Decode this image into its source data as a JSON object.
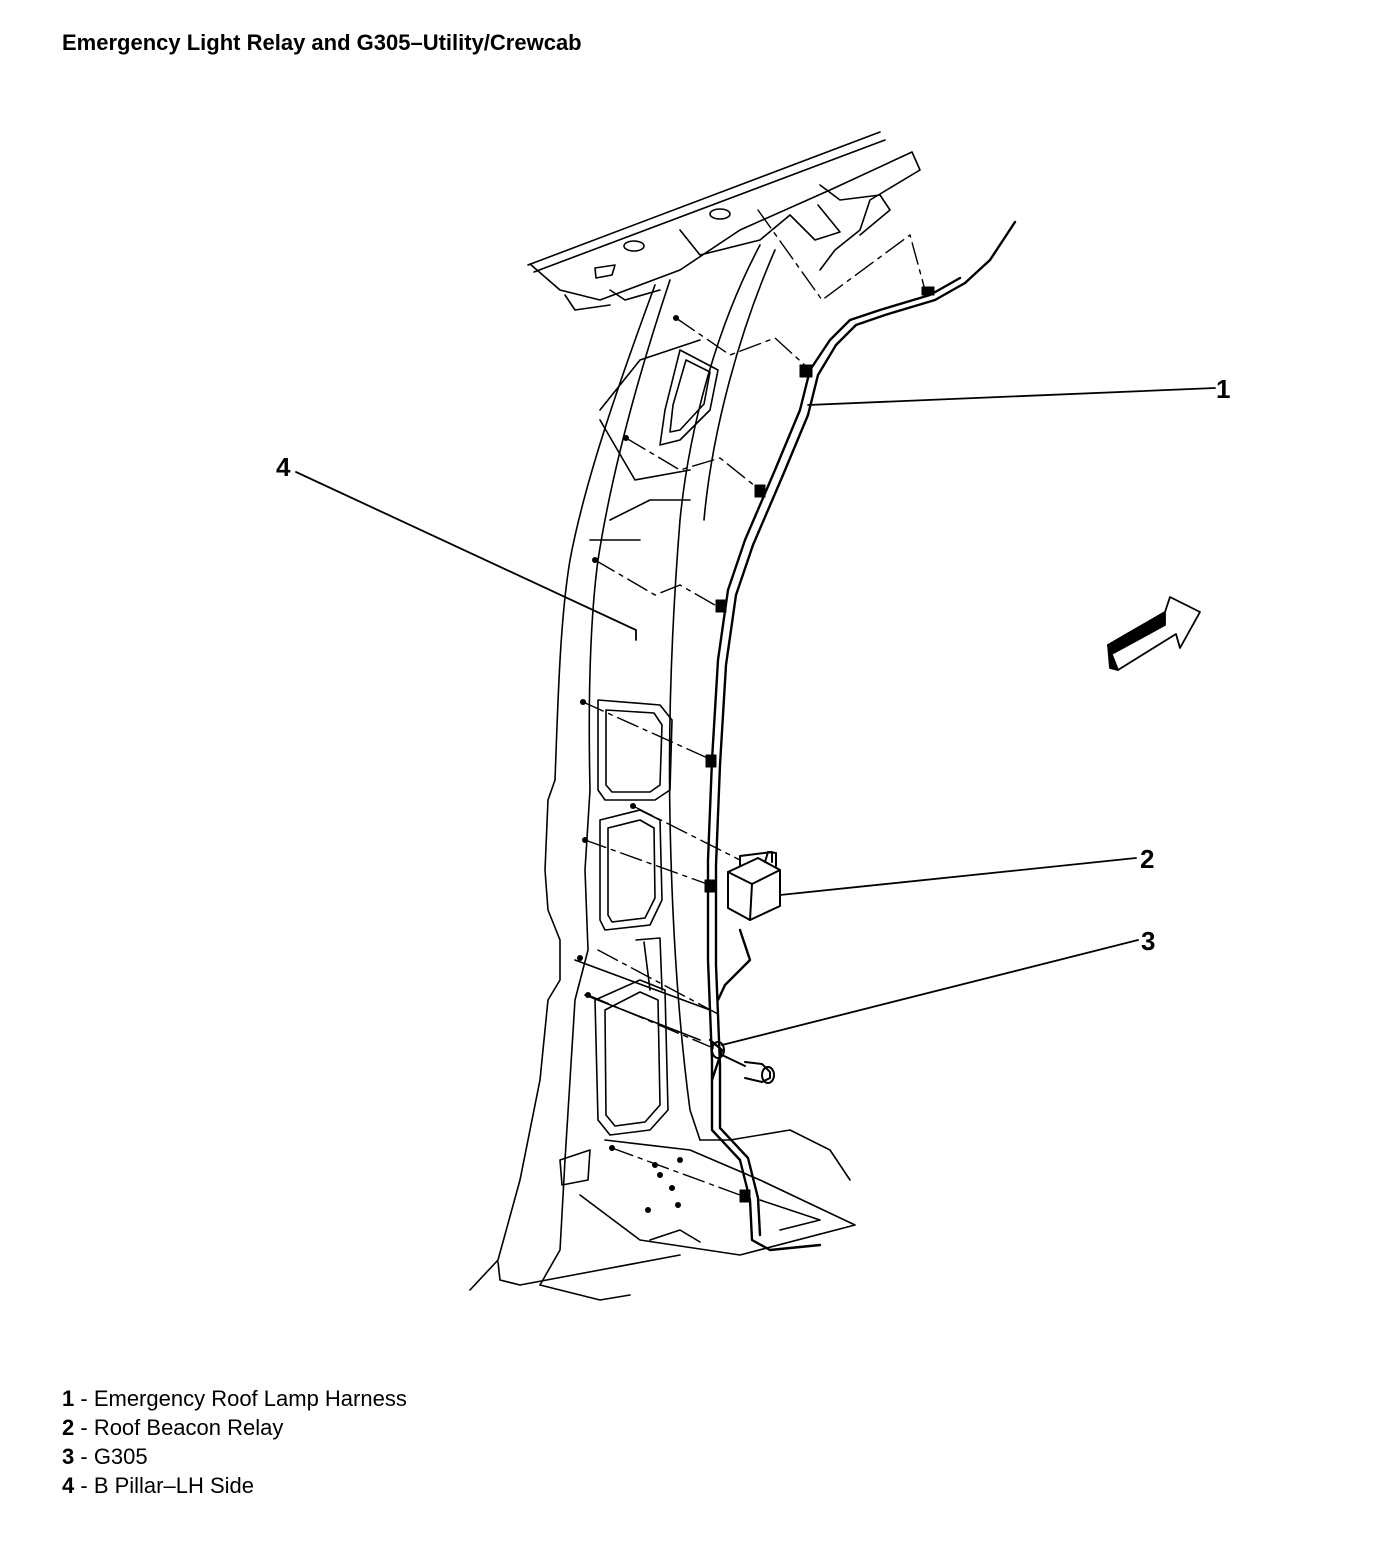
{
  "title": "Emergency Light Relay and G305–Utility/Crewcab",
  "callouts": [
    "1",
    "2",
    "3",
    "4"
  ],
  "legend": [
    {
      "num": "1",
      "sep": " - ",
      "label": "Emergency Roof Lamp Harness"
    },
    {
      "num": "2",
      "sep": " - ",
      "label": "Roof Beacon Relay"
    },
    {
      "num": "3",
      "sep": " - ",
      "label": "G305"
    },
    {
      "num": "4",
      "sep": " - ",
      "label": "B Pillar–LH Side"
    }
  ]
}
